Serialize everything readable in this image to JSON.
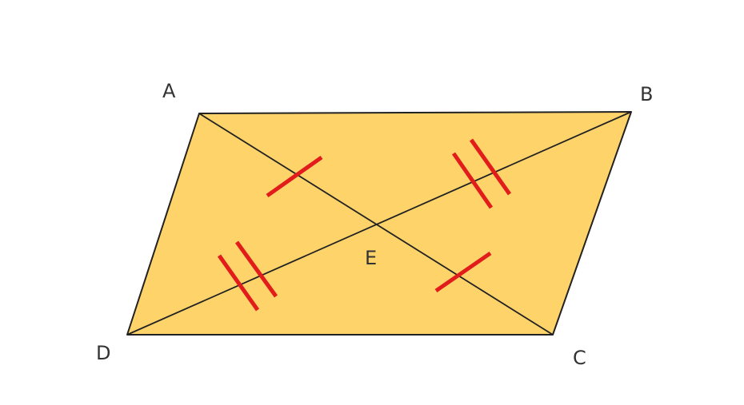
{
  "figure": {
    "vertices": {
      "a": {
        "label": "A"
      },
      "b": {
        "label": "B"
      },
      "c": {
        "label": "C"
      },
      "d": {
        "label": "D"
      },
      "e": {
        "label": "E"
      }
    },
    "colors": {
      "fill": "#FDD36A",
      "outline": "#222222",
      "tick": "#E21B1B",
      "label": "#333333"
    }
  }
}
